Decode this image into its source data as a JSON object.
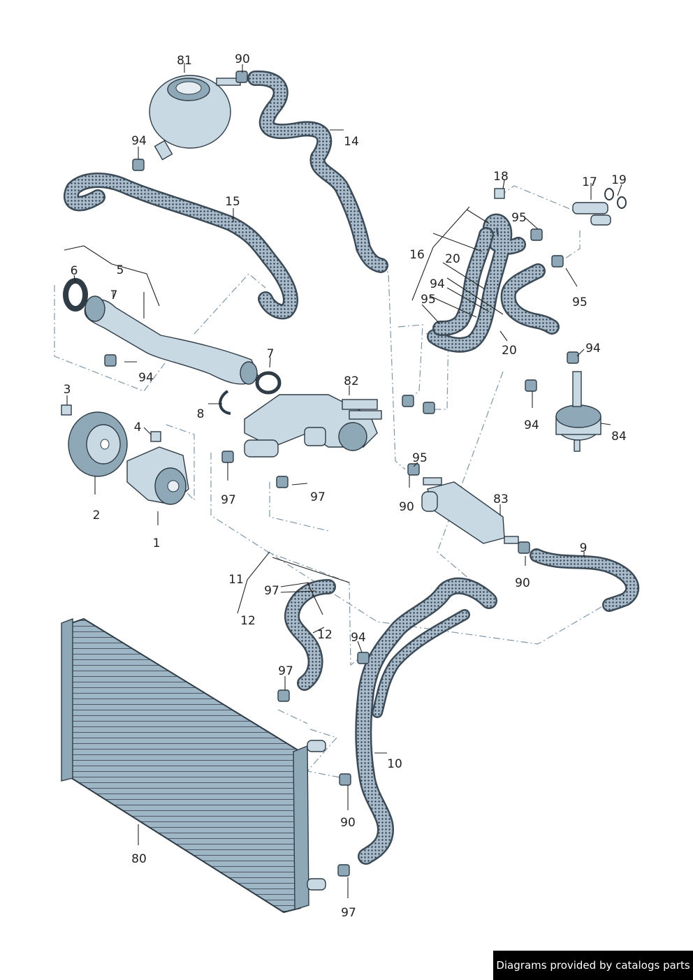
{
  "parts": [
    {
      "id": "p81a",
      "number": "81"
    },
    {
      "id": "p90a",
      "number": "90"
    },
    {
      "id": "p94a",
      "number": "94"
    },
    {
      "id": "p14",
      "number": "14"
    },
    {
      "id": "p15",
      "number": "15"
    },
    {
      "id": "p18",
      "number": "18"
    },
    {
      "id": "p17",
      "number": "17"
    },
    {
      "id": "p19",
      "number": "19"
    },
    {
      "id": "p95a",
      "number": "95"
    },
    {
      "id": "p16",
      "number": "16"
    },
    {
      "id": "p20a",
      "number": "20"
    },
    {
      "id": "p94b",
      "number": "94"
    },
    {
      "id": "p95b",
      "number": "95"
    },
    {
      "id": "p95c",
      "number": "95"
    },
    {
      "id": "p20b",
      "number": "20"
    },
    {
      "id": "p94c",
      "number": "94"
    },
    {
      "id": "p6",
      "number": "6"
    },
    {
      "id": "p5",
      "number": "5"
    },
    {
      "id": "p7a",
      "number": "7"
    },
    {
      "id": "p94d",
      "number": "94"
    },
    {
      "id": "p7b",
      "number": "7"
    },
    {
      "id": "p82",
      "number": "82"
    },
    {
      "id": "p8",
      "number": "8"
    },
    {
      "id": "p3",
      "number": "3"
    },
    {
      "id": "p4",
      "number": "4"
    },
    {
      "id": "p94e",
      "number": "94"
    },
    {
      "id": "p84",
      "number": "84"
    },
    {
      "id": "p95d",
      "number": "95"
    },
    {
      "id": "p90b",
      "number": "90"
    },
    {
      "id": "p83",
      "number": "83"
    },
    {
      "id": "p97a",
      "number": "97"
    },
    {
      "id": "p97b",
      "number": "97"
    },
    {
      "id": "p2",
      "number": "2"
    },
    {
      "id": "p1",
      "number": "1"
    },
    {
      "id": "p9",
      "number": "9"
    },
    {
      "id": "p90c",
      "number": "90"
    },
    {
      "id": "p11",
      "number": "11"
    },
    {
      "id": "p97c",
      "number": "97"
    },
    {
      "id": "p12a",
      "number": "12"
    },
    {
      "id": "p12b",
      "number": "12"
    },
    {
      "id": "p94f",
      "number": "94"
    },
    {
      "id": "p97d",
      "number": "97"
    },
    {
      "id": "p10",
      "number": "10"
    },
    {
      "id": "p90d",
      "number": "90"
    },
    {
      "id": "p80",
      "number": "80"
    },
    {
      "id": "p97e",
      "number": "97"
    }
  ],
  "credit": "Diagrams provided by catalogs parts",
  "colors": {
    "hose_body": "#3c4b57",
    "hose_texture": "#8ea3b2",
    "metal": "#c9d9e4",
    "leader_dash": "#7d96a8"
  }
}
